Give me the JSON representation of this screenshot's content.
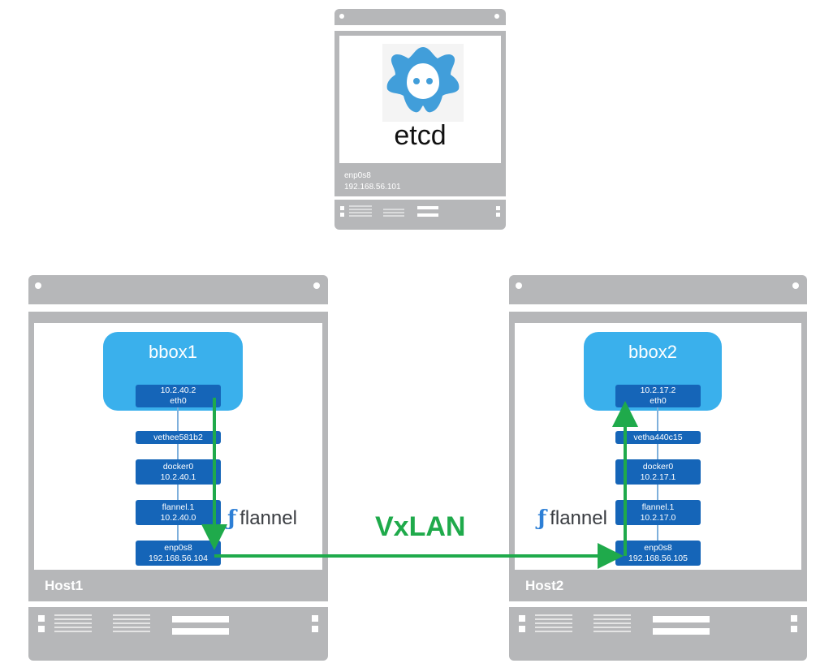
{
  "etcd": {
    "name": "etcd",
    "interface": "enp0s8",
    "ip": "192.168.56.101"
  },
  "host1": {
    "label": "Host1",
    "container": "bbox1",
    "eth0_ip": "10.2.40.2",
    "eth0_name": "eth0",
    "veth": "vethee581b2",
    "docker0_name": "docker0",
    "docker0_ip": "10.2.40.1",
    "flannel_name": "flannel.1",
    "flannel_ip": "10.2.40.0",
    "enp_name": "enp0s8",
    "enp_ip": "192.168.56.104",
    "flannel_logo": "flannel"
  },
  "host2": {
    "label": "Host2",
    "container": "bbox2",
    "eth0_ip": "10.2.17.2",
    "eth0_name": "eth0",
    "veth": "vetha440c15",
    "docker0_name": "docker0",
    "docker0_ip": "10.2.17.1",
    "flannel_name": "flannel.1",
    "flannel_ip": "10.2.17.0",
    "enp_name": "enp0s8",
    "enp_ip": "192.168.56.105",
    "flannel_logo": "flannel"
  },
  "tunnel": {
    "label": "VxLAN",
    "color": "#1faa4b"
  },
  "colors": {
    "server_grey": "#b6b7b9",
    "interface_blue": "#1565b8",
    "container_blue": "#3ab0ec",
    "etcd_logo": "#419eda"
  },
  "icons": [
    "etcd-logo-icon",
    "flannel-logo-icon"
  ]
}
